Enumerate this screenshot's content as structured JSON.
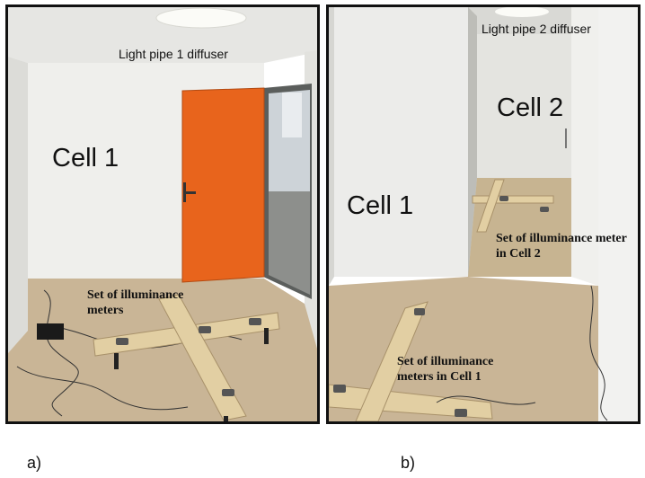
{
  "panel_a": {
    "diffuser_label": "Light pipe 1 diffuser",
    "cell_label": "Cell 1",
    "meters_label": "Set of illuminance meters"
  },
  "panel_b": {
    "diffuser_label": "Light pipe 2 diffuser",
    "cell1_label": "Cell 1",
    "cell2_label": "Cell 2",
    "meters_cell2_label": "Set of illuminance meter in Cell 2",
    "meters_cell1_label": "Set of illuminance meters in Cell 1"
  },
  "sublabels": {
    "a": "a)",
    "b": "b)"
  },
  "colors": {
    "door": "#e8641c",
    "floor": "#c9b596",
    "wall": "#efefec",
    "wood": "#e2cfa3"
  }
}
